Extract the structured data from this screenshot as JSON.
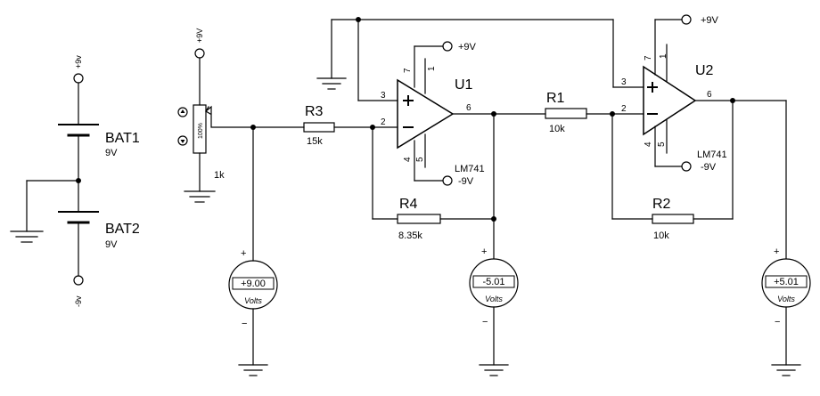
{
  "supply": {
    "pos": "+9v",
    "neg": "-9v"
  },
  "bat1": {
    "name": "BAT1",
    "value": "9V"
  },
  "bat2": {
    "name": "BAT2",
    "value": "9V"
  },
  "pot": {
    "terminal": "+9V",
    "percent": "100%",
    "value": "1k"
  },
  "r1": {
    "name": "R1",
    "value": "10k"
  },
  "r2": {
    "name": "R2",
    "value": "10k"
  },
  "r3": {
    "name": "R3",
    "value": "15k"
  },
  "r4": {
    "name": "R4",
    "value": "8.35k"
  },
  "u1": {
    "name": "U1",
    "model": "LM741",
    "vplus": "+9V",
    "vminus": "-9V",
    "pins": {
      "p3": "3",
      "p2": "2",
      "p6": "6",
      "p7": "7",
      "p1": "1",
      "p4": "4",
      "p5": "5"
    }
  },
  "u2": {
    "name": "U2",
    "model": "LM741",
    "vplus": "+9V",
    "vminus": "-9V",
    "pins": {
      "p3": "3",
      "p2": "2",
      "p6": "6",
      "p7": "7",
      "p1": "1",
      "p4": "4",
      "p5": "5"
    }
  },
  "voltmeters": [
    {
      "reading": "+9.00",
      "unit": "Volts",
      "plus": "+",
      "minus": "−"
    },
    {
      "reading": "-5.01",
      "unit": "Volts",
      "plus": "+",
      "minus": "−"
    },
    {
      "reading": "+5.01",
      "unit": "Volts",
      "plus": "+",
      "minus": "−"
    }
  ]
}
